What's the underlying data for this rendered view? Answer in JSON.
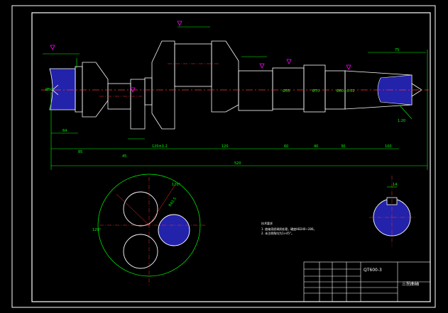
{
  "drawing": {
    "part_code": "QT600-3",
    "part_name": "三拐曲轴",
    "notes_title": "技术要求",
    "notes": [
      "1. 曲轴须经调质处理，硬度HB240~280。",
      "2. 未注倒角均为1×45°。"
    ]
  },
  "dimensions": {
    "overall_length": "520",
    "left_journal_len": "64",
    "left_section": "85",
    "web_thickness": "45",
    "crank_pitch_a": "120±0.2",
    "crank_pitch_b": "120",
    "seg_a": "60",
    "seg_b": "40",
    "seg_c": "30",
    "shaft_end": "100",
    "taper_len": "75",
    "taper_ang": "1:20",
    "dia_a": "Ø55",
    "dia_b": "Ø70",
    "dia_c": "Ø50",
    "dia_d": "Ø60±0.02",
    "key_dim": "14",
    "crank_angle_top": "120°",
    "crank_angle_left": "120°",
    "throw_radius": "R42.5"
  },
  "colors": {
    "outline": "#ffffff",
    "dimension": "#00ff00",
    "centerline": "#ff3333",
    "hatch": "#2222aa",
    "frame": "#ffffff",
    "marker": "#ff00ff"
  }
}
